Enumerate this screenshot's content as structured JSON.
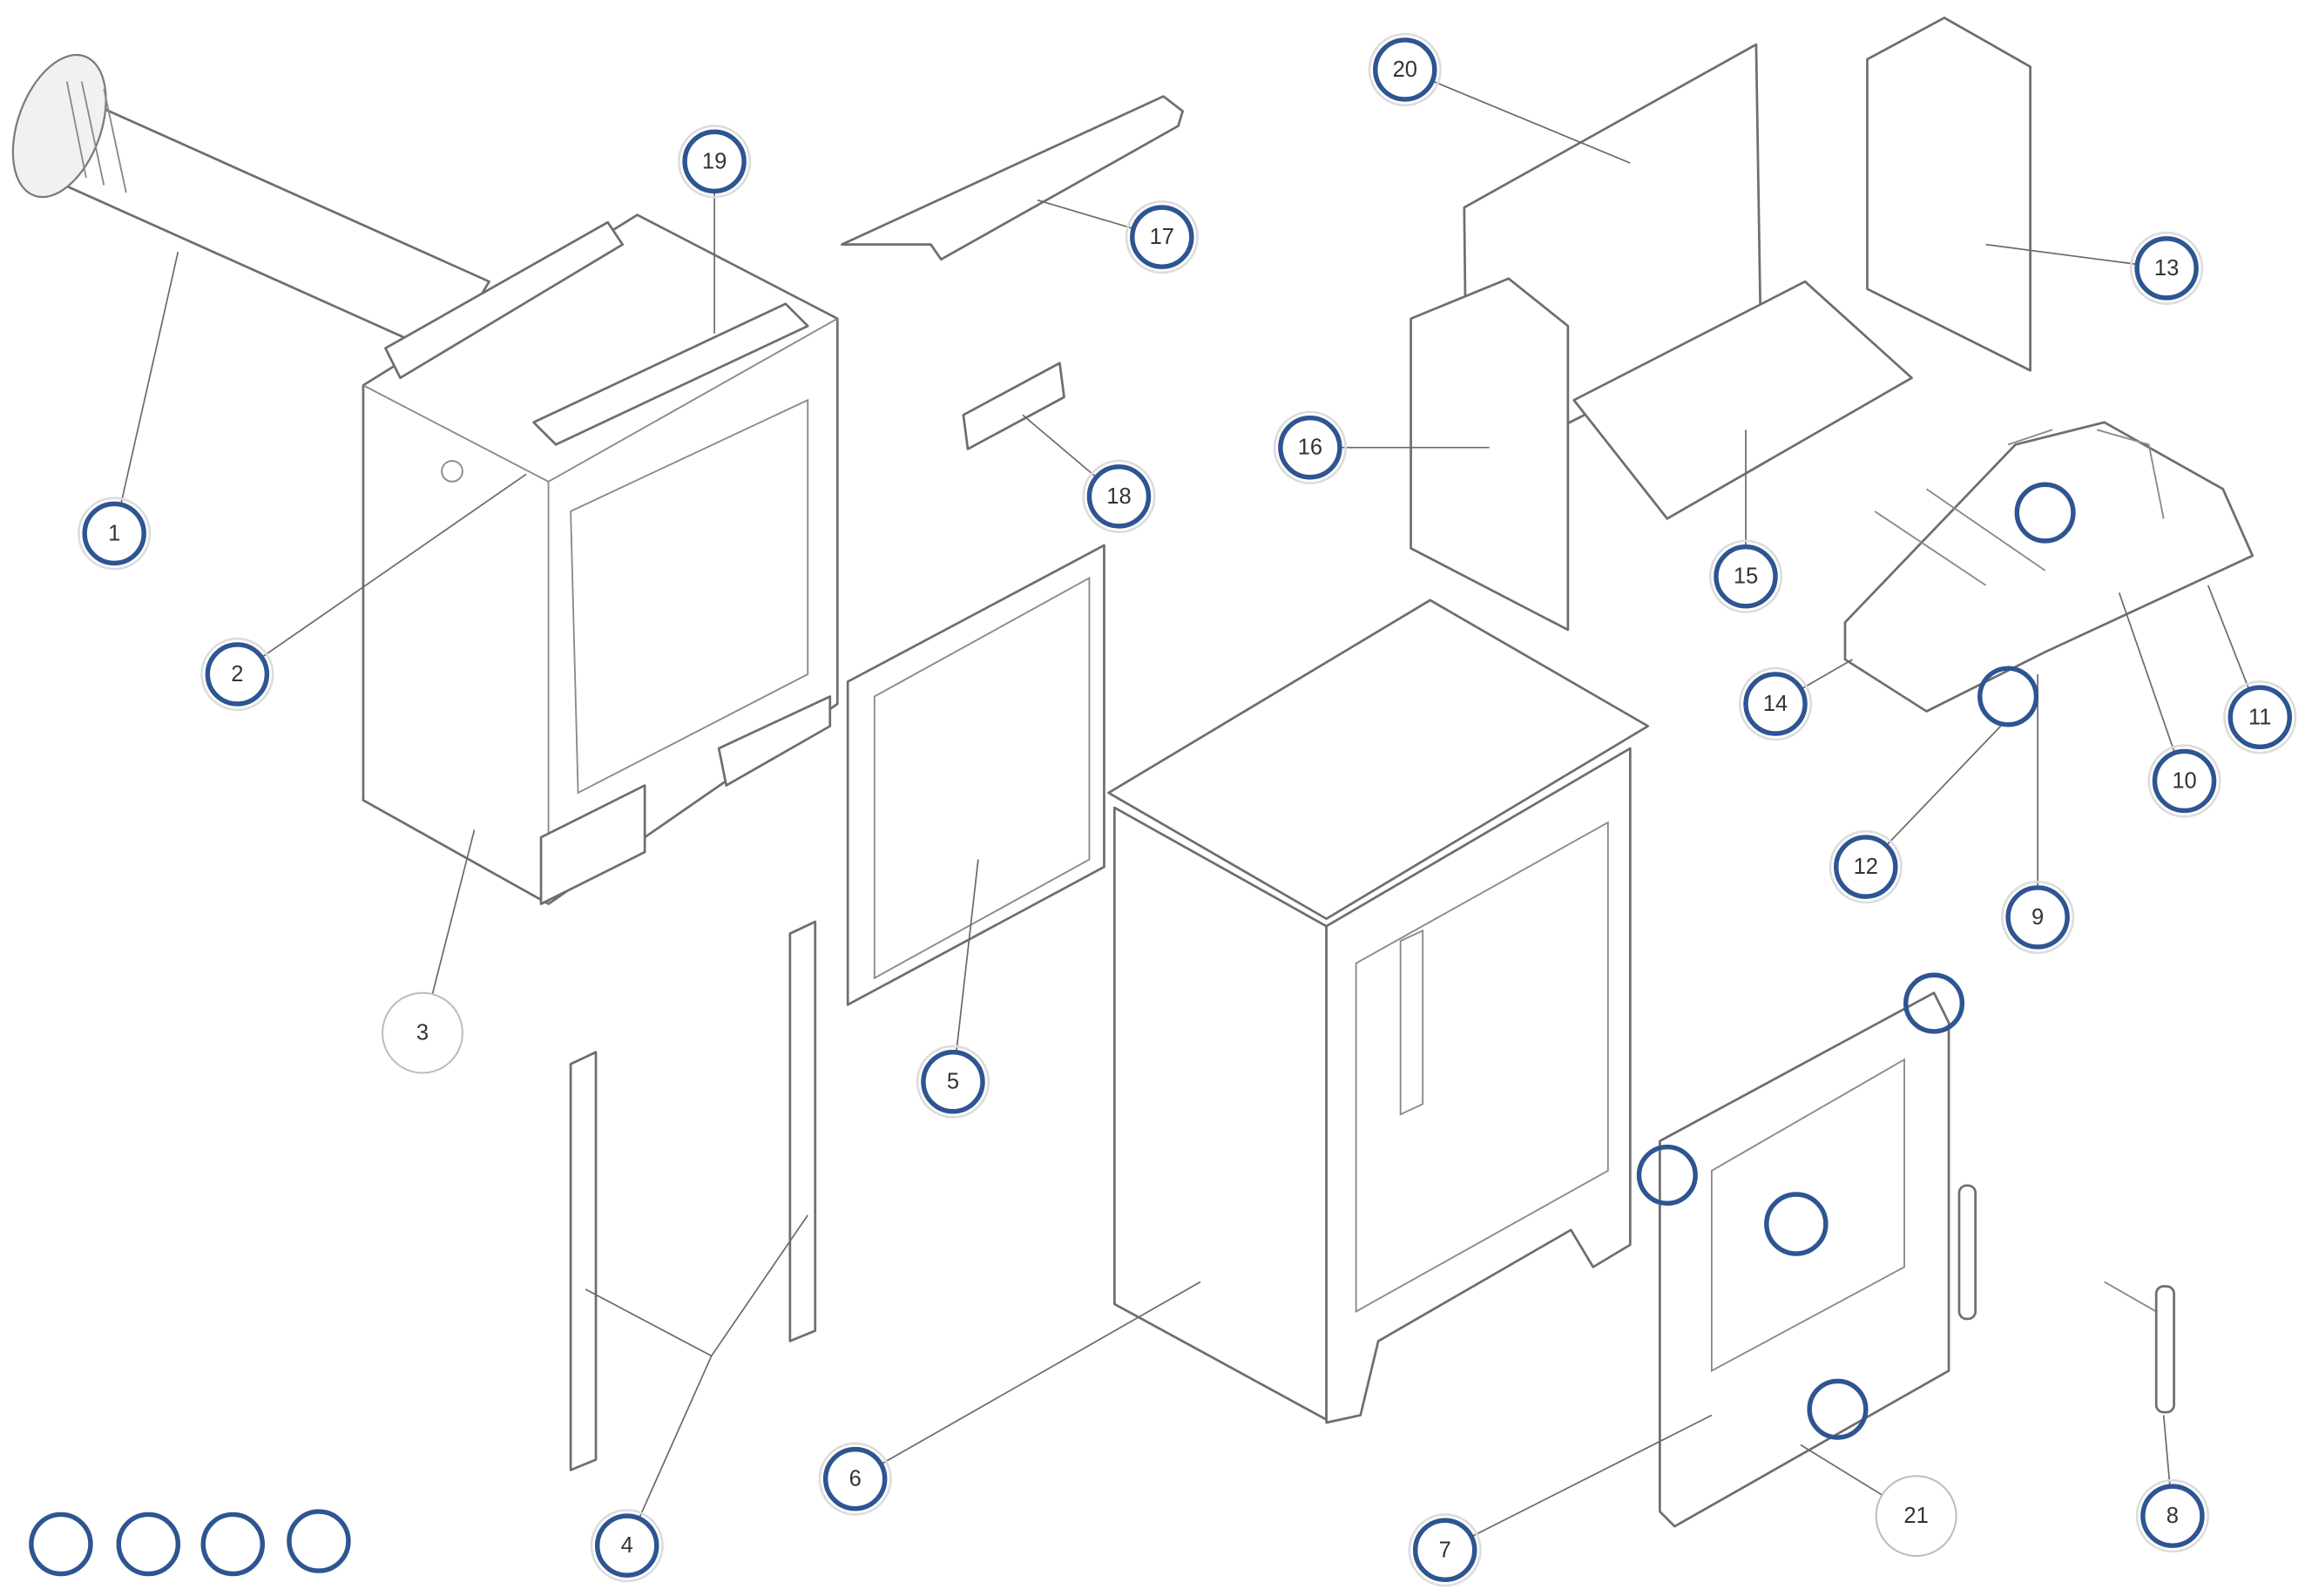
{
  "diagram": {
    "type": "exploded-parts-view",
    "accent_color": "#2d5591",
    "callouts": [
      "1",
      "2",
      "3",
      "4",
      "5",
      "6",
      "7",
      "8",
      "9",
      "10",
      "11",
      "12",
      "13",
      "14",
      "15",
      "16",
      "17",
      "18",
      "19",
      "20",
      "21"
    ]
  }
}
